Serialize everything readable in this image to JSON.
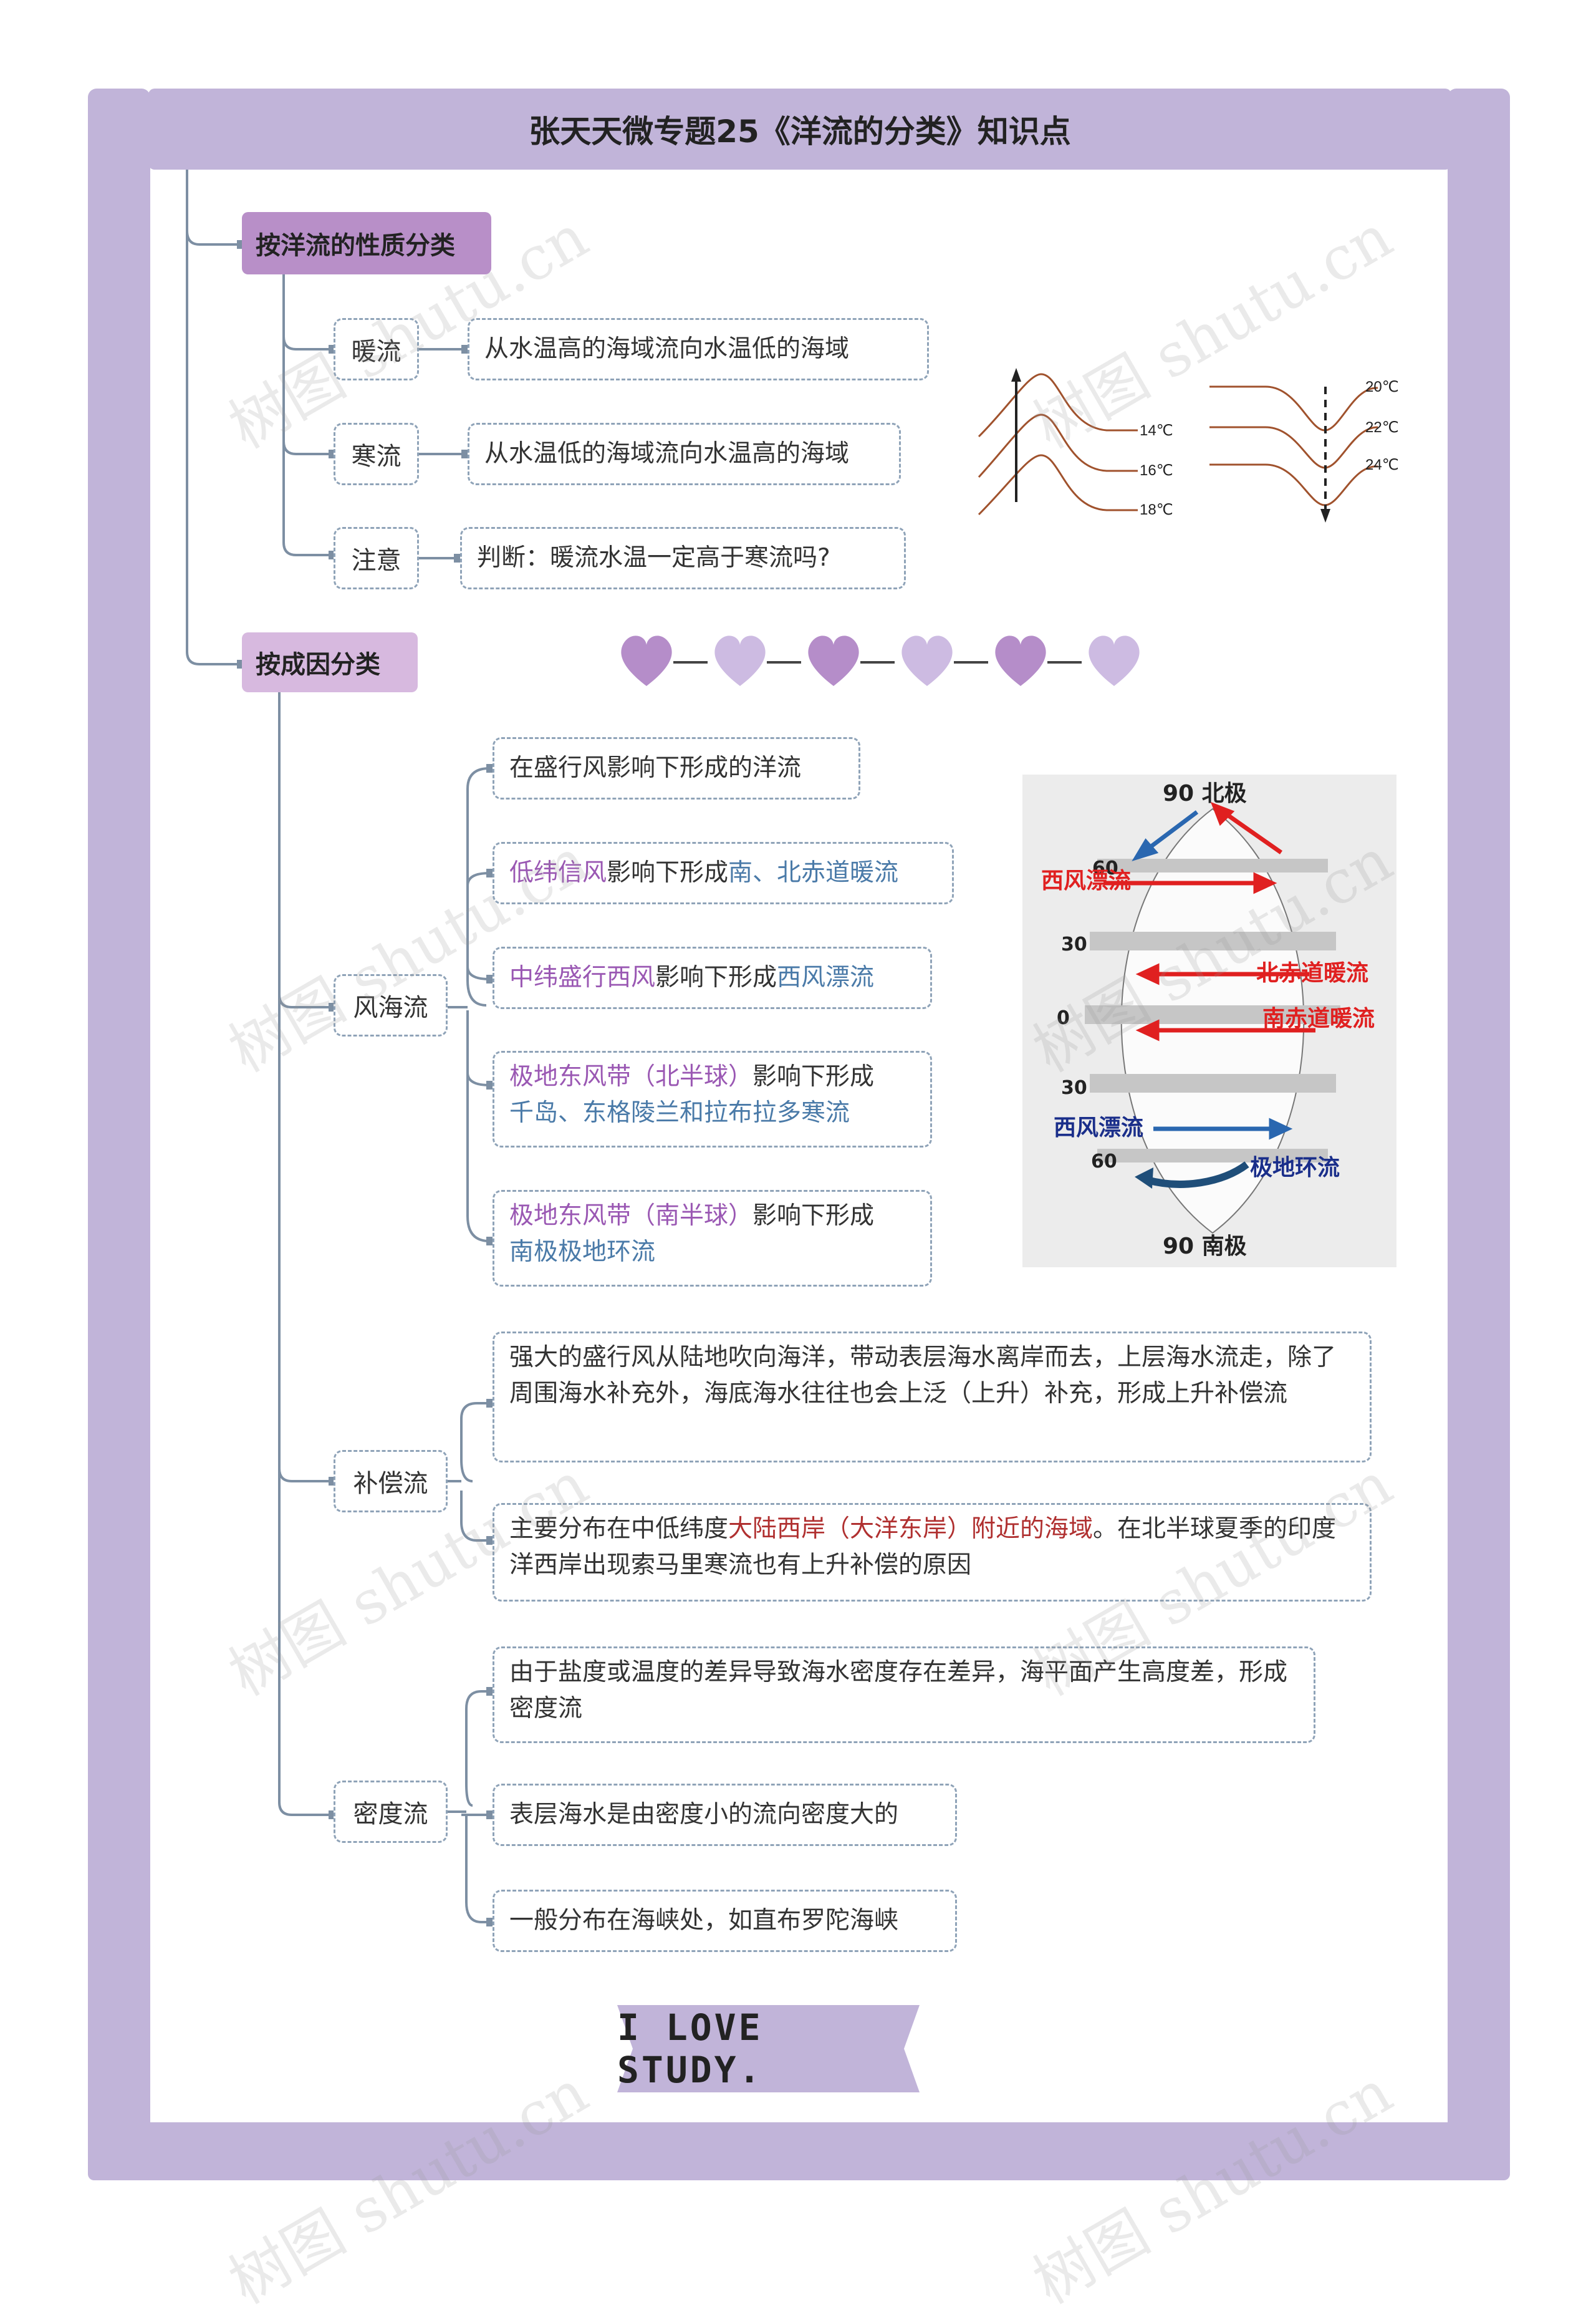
{
  "title": "张天天微专题25《洋流的分类》知识点",
  "watermark": "树图 shutu.cn",
  "categories": {
    "by_nature": "按洋流的性质分类",
    "by_cause": "按成因分类"
  },
  "nature": {
    "warm": {
      "label": "暖流",
      "desc": "从水温高的海域流向水温低的海域"
    },
    "cold": {
      "label": "寒流",
      "desc": "从水温低的海域流向水温高的海域"
    },
    "note": {
      "label": "注意",
      "desc": "判断：暖流水温一定高于寒流吗?"
    }
  },
  "isotherm_left": [
    "14℃",
    "16℃",
    "18℃"
  ],
  "isotherm_right": [
    "20℃",
    "22℃",
    "24℃"
  ],
  "wind": {
    "label": "风海流",
    "items": [
      {
        "plain": "在盛行风影响下形成的洋流"
      },
      {
        "a": "低纬信风",
        "b": "影响下形成",
        "c": "南、北赤道暖流"
      },
      {
        "a": "中纬盛行西风",
        "b": "影响下形成",
        "c": "西风漂流"
      },
      {
        "a": "极地东风带（北半球）",
        "b": "影响下形成",
        "c": "千岛、东格陵兰和拉布拉多寒流"
      },
      {
        "a": "极地东风带（南半球）",
        "b": "影响下形成",
        "c": "南极极地环流"
      }
    ]
  },
  "globe": {
    "north": "90  北极",
    "south": "90  南极",
    "lat": [
      "60",
      "30",
      "0",
      "30",
      "60"
    ],
    "labels": [
      "西风漂流",
      "北赤道暖流",
      "南赤道暖流",
      "西风漂流",
      "极地环流"
    ]
  },
  "comp": {
    "label": "补偿流",
    "item1": "强大的盛行风从陆地吹向海洋，带动表层海水离岸而去，上层海水流走，除了周围海水补充外，海底海水往往也会上泛（上升）补充，形成上升补偿流",
    "item2_a": "主要分布在中低纬度",
    "item2_b": "大陆西岸（大洋东岸）附近的海域",
    "item2_c": "。在北半球夏季的印度洋西岸出现索马里寒流也有上升补偿的原因"
  },
  "density": {
    "label": "密度流",
    "items": [
      "由于盐度或温度的差异导致海水密度存在差异，海平面产生高度差，形成密度流",
      "表层海水是由密度小的流向密度大的",
      "一般分布在海峡处，如直布罗陀海峡"
    ]
  },
  "ribbon": "I LOVE STUDY.",
  "colors": {
    "frame": "#c1b4d9",
    "cat1": "#b88fc8",
    "cat2": "#d7b9df",
    "purple": "#9a58b3",
    "blue": "#4a7aa8",
    "red": "#b03030"
  }
}
